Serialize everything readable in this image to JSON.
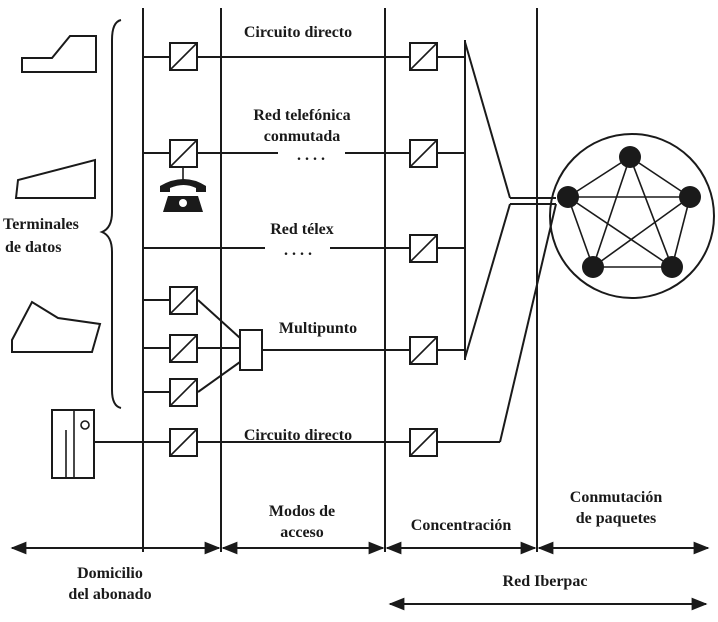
{
  "labels": {
    "circuito_directo_top": "Circuito directo",
    "red_telefonica_1": "Red telefónica",
    "red_telefonica_2": "conmutada",
    "red_telex": "Red télex",
    "multipunto": "Multipunto",
    "circuito_directo_bottom": "Circuito directo",
    "terminales_1": "Terminales",
    "terminales_2": "de datos",
    "modos_1": "Modos de",
    "modos_2": "acceso",
    "concentracion": "Concentración",
    "conmutacion_1": "Conmutación",
    "conmutacion_2": "de paquetes",
    "domicilio_1": "Domicilio",
    "domicilio_2": "del abonado",
    "red_iberpac": "Red Iberpac"
  },
  "dotted_gap": ". . . ."
}
